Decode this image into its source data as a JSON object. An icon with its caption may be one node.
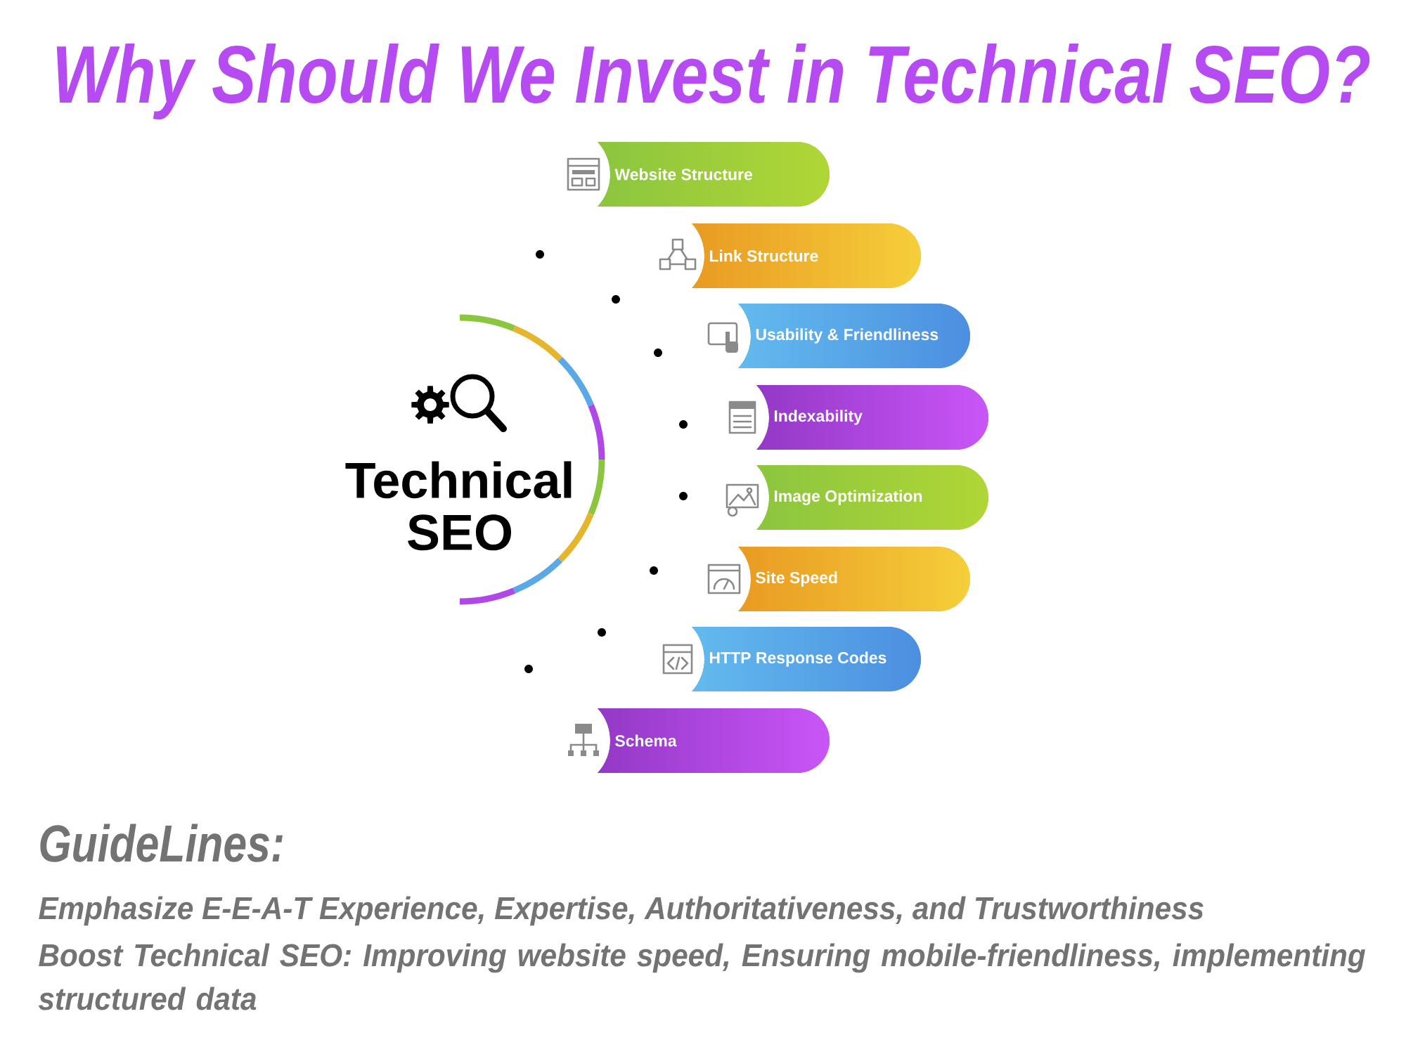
{
  "diagram": {
    "title": "Why Should We Invest in Technical SEO?",
    "nodes": [
      {
        "text": [
          "Technical SEO"
        ]
      },
      {
        "text": [
          "Website Structure"
        ]
      },
      {
        "text": [
          "Link Structure"
        ]
      },
      {
        "text": [
          "Usability & Friendliness"
        ]
      },
      {
        "text": [
          "Indexability"
        ]
      },
      {
        "text": [
          "Image Optimization"
        ]
      },
      {
        "text": [
          "Site Speed"
        ]
      },
      {
        "text": [
          "HTTP Response Codes"
        ]
      },
      {
        "text": [
          "Schema"
        ]
      }
    ],
    "labels": [
      "GuideLines:",
      "Emphasize E-E-A-T Experience, Expertise, Authoritativeness, and Trustworthiness",
      "Boost Technical SEO: Improving website speed, Ensuring mobile-friendliness, implementing structured data"
    ]
  }
}
